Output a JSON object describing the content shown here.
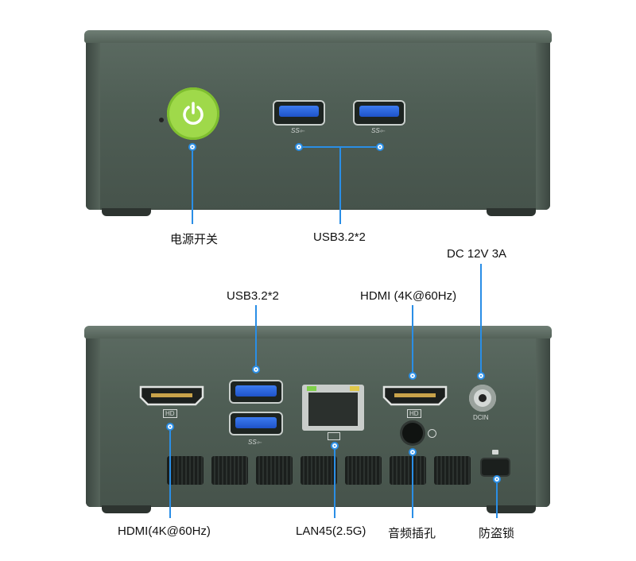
{
  "top_view": {
    "labels": {
      "power": "电源开关",
      "usb_front": "USB3.2*2"
    }
  },
  "bottom_view": {
    "labels": {
      "dc_in": "DC 12V 3A",
      "usb_rear": "USB3.2*2",
      "hdmi_right": "HDMI (4K@60Hz)",
      "hdmi_left": "HDMI(4K@60Hz)",
      "lan": "LAN45(2.5G)",
      "audio": "音频插孔",
      "lock": "防盗锁"
    },
    "port_marks": {
      "hdmi": "HD",
      "dcin": "DCIN"
    }
  },
  "colors": {
    "device": "#4f5e55",
    "callout": "#2a8ee6",
    "power": "#9fd94a",
    "usb_tongue": "#2b66dd"
  },
  "icons": [
    "power-icon",
    "usb-ss-icon",
    "lock-icon",
    "headphone-icon",
    "network-icon"
  ]
}
